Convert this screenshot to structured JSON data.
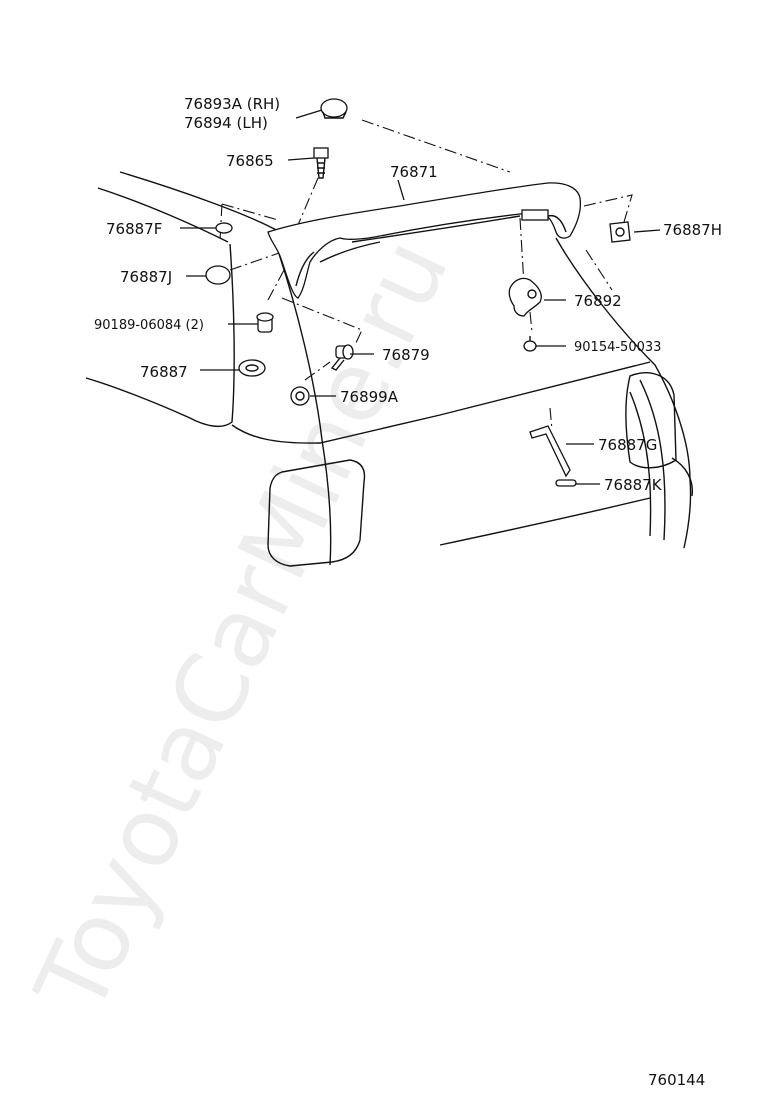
{
  "watermark": "ToyotaCarMine.ru",
  "diagram_id": "760144",
  "labels": {
    "p76893a": "76893A (RH)",
    "p76894": "76894  (LH)",
    "p76865": "76865",
    "p76871": "76871",
    "p76887f": "76887F",
    "p76887h": "76887H",
    "p76887j": "76887J",
    "p90189": "90189-06084 (2)",
    "p76892": "76892",
    "p76879": "76879",
    "p90154": "90154-50033",
    "p76887": "76887",
    "p76899a": "76899A",
    "p76887g": "76887G",
    "p76887k": "76887K"
  }
}
